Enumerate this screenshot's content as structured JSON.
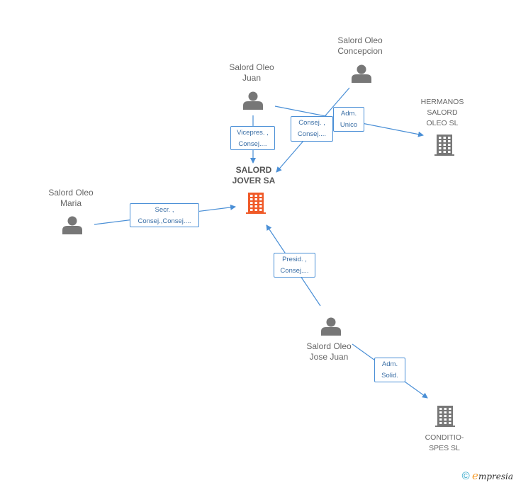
{
  "nodes": {
    "salord_jover": {
      "label": "SALORD\nJOVER SA",
      "kind": "main-company"
    },
    "hermanos": {
      "label": "HERMANOS\nSALORD\nOLEO SL",
      "kind": "company"
    },
    "conditio": {
      "label": "CONDITIO-\nSPES SL",
      "kind": "company"
    },
    "juan": {
      "label": "Salord Oleo\nJuan",
      "kind": "person"
    },
    "concepcion": {
      "label": "Salord Oleo\nConcepcion",
      "kind": "person"
    },
    "maria": {
      "label": "Salord Oleo\nMaria",
      "kind": "person"
    },
    "jose_juan": {
      "label": "Salord Oleo\nJose Juan",
      "kind": "person"
    }
  },
  "edges": [
    {
      "from": "juan",
      "to": "salord_jover",
      "label": "Vicepres. ,\nConsej...."
    },
    {
      "from": "concepcion",
      "to": "salord_jover",
      "label": "Consej. ,\nConsej...."
    },
    {
      "from": "juan",
      "to": "hermanos",
      "label": "Adm.\nUnico"
    },
    {
      "from": "maria",
      "to": "salord_jover",
      "label": "Secr. ,\nConsej.,Consej...."
    },
    {
      "from": "jose_juan",
      "to": "salord_jover",
      "label": "Presid. ,\nConsej...."
    },
    {
      "from": "jose_juan",
      "to": "conditio",
      "label": "Adm.\nSolid."
    }
  ],
  "colors": {
    "edge": "#4a8fd6",
    "person_icon": "#777777",
    "company_icon": "#777777",
    "main_company_icon": "#f05a28"
  },
  "icons": {
    "person": "person-icon",
    "company": "building-icon"
  },
  "footer": {
    "copyright": "©",
    "brand_e": "e",
    "brand_rest": "mpresia"
  }
}
